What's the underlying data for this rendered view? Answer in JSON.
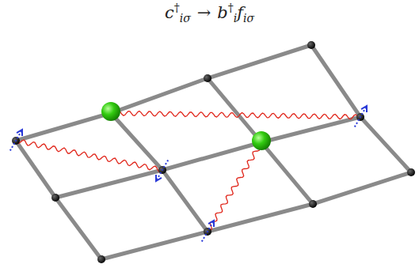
{
  "diagram": {
    "labels": [
      "c",
      "†",
      "iσ",
      "→",
      "b",
      "†",
      "i",
      "f",
      "iσ"
    ]
  }
}
